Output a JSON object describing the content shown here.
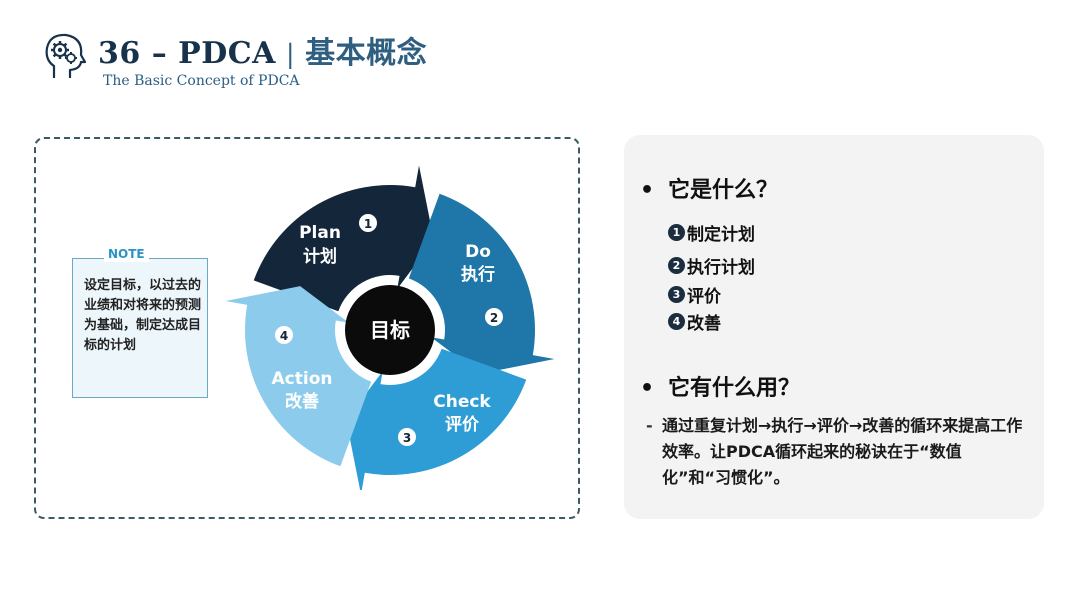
{
  "header": {
    "number": "36 – PDCA",
    "separator": "|",
    "title_cn": "基本概念",
    "subtitle": "The Basic Concept of PDCA",
    "icon": "head-gears-icon"
  },
  "note": {
    "tag": "NOTE",
    "text": "设定目标，以过去的业绩和对将来的预测为基础，制定达成目标的计划"
  },
  "cycle": {
    "center": "目标",
    "steps": [
      {
        "num": "1",
        "en": "Plan",
        "cn": "计划",
        "color": "#13263a"
      },
      {
        "num": "2",
        "en": "Do",
        "cn": "执行",
        "color": "#1f76a8"
      },
      {
        "num": "3",
        "en": "Check",
        "cn": "评价",
        "color": "#2e9dd6"
      },
      {
        "num": "4",
        "en": "Action",
        "cn": "改善",
        "color": "#8ccbec"
      }
    ]
  },
  "panel": {
    "bullet": "•",
    "q1": "它是什么？",
    "items": [
      {
        "num": "1",
        "label": "制定计划"
      },
      {
        "num": "2",
        "label": "执行计划"
      },
      {
        "num": "3",
        "label": "评价"
      },
      {
        "num": "4",
        "label": "改善"
      }
    ],
    "q2": "它有什么用？",
    "dash": "-",
    "desc": "通过重复计划→执行→评价→改善的循环来提高工作效率。让PDCA循环起来的秘诀在于“数值化”和“习惯化”。"
  }
}
